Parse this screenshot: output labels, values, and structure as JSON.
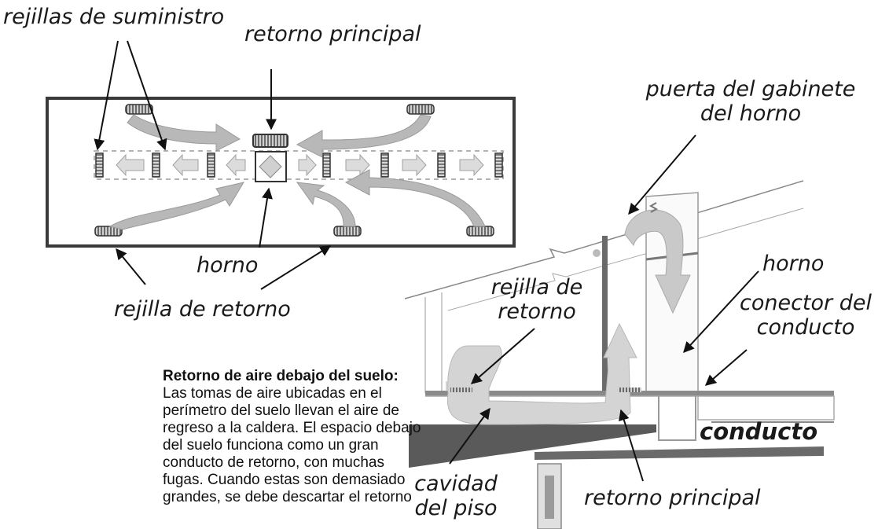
{
  "labels": {
    "supply_grilles": "rejillas de suministro",
    "main_return_top": "retorno principal",
    "cabinet_door_line1": "puerta del gabinete",
    "cabinet_door_line2": "del horno",
    "furnace_plan": "horno",
    "return_grille_plan": "rejilla de retorno",
    "return_grille_section_line1": "rejilla de",
    "return_grille_section_line2": "retorno",
    "furnace_section": "horno",
    "duct_connector_line1": "conector del",
    "duct_connector_line2": "conducto",
    "duct": "conducto",
    "floor_cavity_line1": "cavidad",
    "floor_cavity_line2": "del piso",
    "main_return_bottom": "retorno principal"
  },
  "caption": {
    "title": "Retorno de aire debajo del suelo:",
    "body": "Las tomas de aire ubicadas en el perímetro del suelo llevan el aire de regreso a la caldera. El espacio debajo del suelo funciona como un gran conducto de retorno, con muchas fugas. Cuando estas son demasiado grandes, se debe descartar el retorno"
  },
  "colors": {
    "outline": "#3a3a3a",
    "arrow_fill": "#b8b8b8",
    "light_fill": "#d4d4d4",
    "floor": "#8a8a8a",
    "dark": "#555555"
  }
}
